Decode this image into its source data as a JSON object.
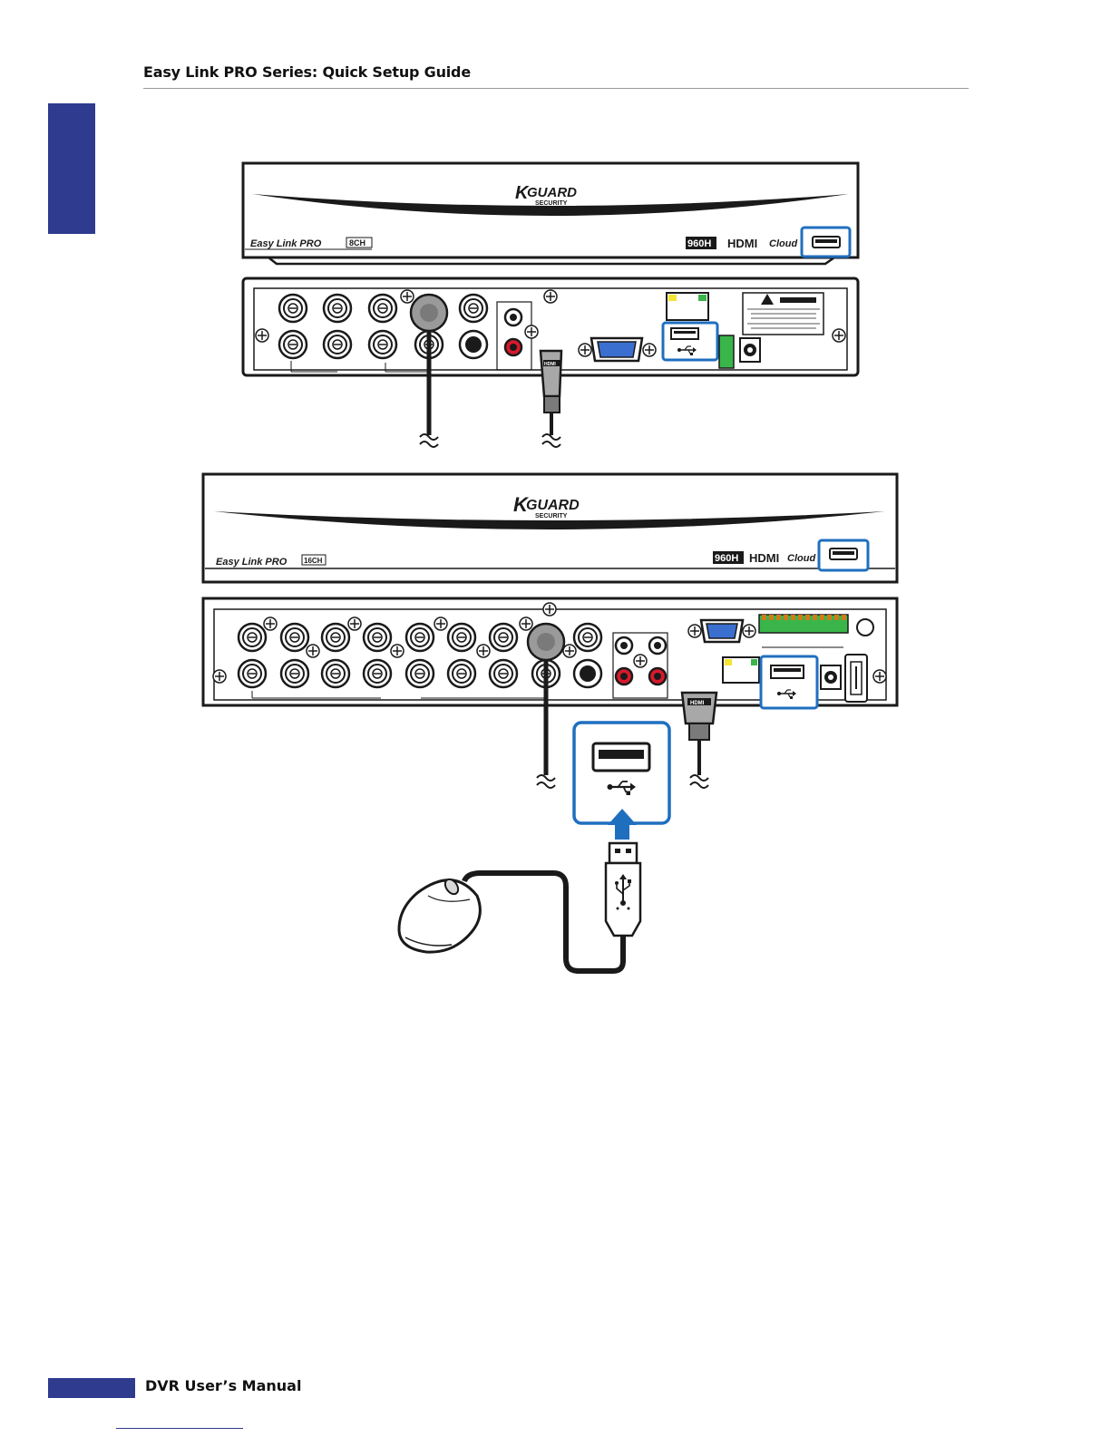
{
  "header": {
    "title": "Easy Link PRO Series: Quick Setup Guide"
  },
  "footer": {
    "title": "DVR User’s Manual"
  },
  "figure": {
    "dvr_8ch": {
      "brand_main": "GUARD",
      "brand_k": "K",
      "brand_sub": "SECURITY",
      "model": "Easy Link PRO",
      "channels": "8CH",
      "badge_960h": "960H",
      "badge_hdmi": "HDMI",
      "badge_cloud": "Cloud"
    },
    "dvr_16ch": {
      "brand_main": "GUARD",
      "brand_k": "K",
      "brand_sub": "SECURITY",
      "model": "Easy Link PRO",
      "channels": "16CH",
      "badge_960h": "960H",
      "badge_hdmi": "HDMI",
      "badge_cloud": "Cloud"
    },
    "hdmi_plug_label": "HDMI",
    "highlight_color": "#1f6fbf",
    "panel_color": "#1a1a1a"
  }
}
